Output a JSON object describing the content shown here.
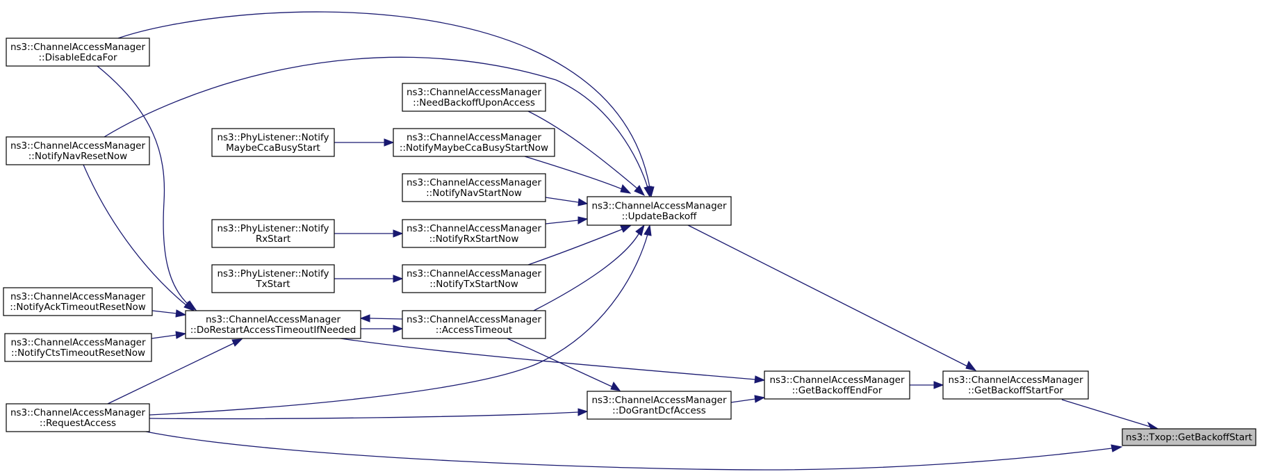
{
  "nodes": [
    {
      "id": "txop_getbackoffstart",
      "lines": [
        "ns3::Txop::GetBackoffStart"
      ],
      "highlight": true
    },
    {
      "id": "cam_getbackoffstartfor",
      "lines": [
        "ns3::ChannelAccessManager",
        "::GetBackoffStartFor"
      ]
    },
    {
      "id": "cam_getbackoffendfor",
      "lines": [
        "ns3::ChannelAccessManager",
        "::GetBackoffEndFor"
      ]
    },
    {
      "id": "cam_dograntdcfaccess",
      "lines": [
        "ns3::ChannelAccessManager",
        "::DoGrantDcfAccess"
      ]
    },
    {
      "id": "cam_updatebackoff",
      "lines": [
        "ns3::ChannelAccessManager",
        "::UpdateBackoff"
      ]
    },
    {
      "id": "cam_restarttimeout",
      "lines": [
        "ns3::ChannelAccessManager",
        "::DoRestartAccessTimeoutIfNeeded"
      ]
    },
    {
      "id": "cam_accesstimeout",
      "lines": [
        "ns3::ChannelAccessManager",
        "::AccessTimeout"
      ]
    },
    {
      "id": "cam_needbackoff",
      "lines": [
        "ns3::ChannelAccessManager",
        "::NeedBackoffUponAccess"
      ]
    },
    {
      "id": "cam_notifymaybeccabusy",
      "lines": [
        "ns3::ChannelAccessManager",
        "::NotifyMaybeCcaBusyStartNow"
      ]
    },
    {
      "id": "cam_notifynavstart",
      "lines": [
        "ns3::ChannelAccessManager",
        "::NotifyNavStartNow"
      ]
    },
    {
      "id": "cam_notifyrxstart",
      "lines": [
        "ns3::ChannelAccessManager",
        "::NotifyRxStartNow"
      ]
    },
    {
      "id": "cam_notifytxstart",
      "lines": [
        "ns3::ChannelAccessManager",
        "::NotifyTxStartNow"
      ]
    },
    {
      "id": "pl_notifymaybeccabusy",
      "lines": [
        "ns3::PhyListener::Notify",
        "MaybeCcaBusyStart"
      ]
    },
    {
      "id": "pl_notifyrxstart",
      "lines": [
        "ns3::PhyListener::Notify",
        "RxStart"
      ]
    },
    {
      "id": "pl_notifytxstart",
      "lines": [
        "ns3::PhyListener::Notify",
        "TxStart"
      ]
    },
    {
      "id": "cam_disableedcafor",
      "lines": [
        "ns3::ChannelAccessManager",
        "::DisableEdcaFor"
      ]
    },
    {
      "id": "cam_notifynavreset",
      "lines": [
        "ns3::ChannelAccessManager",
        "::NotifyNavResetNow"
      ]
    },
    {
      "id": "cam_notifyacktimeoutreset",
      "lines": [
        "ns3::ChannelAccessManager",
        "::NotifyAckTimeoutResetNow"
      ]
    },
    {
      "id": "cam_notifyctstimeoutreset",
      "lines": [
        "ns3::ChannelAccessManager",
        "::NotifyCtsTimeoutResetNow"
      ]
    },
    {
      "id": "cam_requestaccess",
      "lines": [
        "ns3::ChannelAccessManager",
        "::RequestAccess"
      ]
    }
  ],
  "edges": [
    {
      "from": "cam_getbackoffstartfor",
      "to": "txop_getbackoffstart"
    },
    {
      "from": "cam_requestaccess",
      "to": "txop_getbackoffstart"
    },
    {
      "from": "cam_updatebackoff",
      "to": "cam_getbackoffstartfor"
    },
    {
      "from": "cam_getbackoffendfor",
      "to": "cam_getbackoffstartfor"
    },
    {
      "from": "cam_dograntdcfaccess",
      "to": "cam_getbackoffendfor"
    },
    {
      "from": "cam_restarttimeout",
      "to": "cam_getbackoffendfor"
    },
    {
      "from": "cam_accesstimeout",
      "to": "cam_dograntdcfaccess"
    },
    {
      "from": "cam_requestaccess",
      "to": "cam_dograntdcfaccess"
    },
    {
      "from": "cam_disableedcafor",
      "to": "cam_updatebackoff"
    },
    {
      "from": "cam_notifynavreset",
      "to": "cam_updatebackoff"
    },
    {
      "from": "cam_needbackoff",
      "to": "cam_updatebackoff"
    },
    {
      "from": "cam_notifymaybeccabusy",
      "to": "cam_updatebackoff"
    },
    {
      "from": "cam_notifynavstart",
      "to": "cam_updatebackoff"
    },
    {
      "from": "cam_notifyrxstart",
      "to": "cam_updatebackoff"
    },
    {
      "from": "cam_notifytxstart",
      "to": "cam_updatebackoff"
    },
    {
      "from": "cam_accesstimeout",
      "to": "cam_updatebackoff"
    },
    {
      "from": "cam_requestaccess",
      "to": "cam_updatebackoff"
    },
    {
      "from": "pl_notifymaybeccabusy",
      "to": "cam_notifymaybeccabusy"
    },
    {
      "from": "pl_notifyrxstart",
      "to": "cam_notifyrxstart"
    },
    {
      "from": "pl_notifytxstart",
      "to": "cam_notifytxstart"
    },
    {
      "from": "cam_restarttimeout",
      "to": "cam_accesstimeout"
    },
    {
      "from": "cam_accesstimeout",
      "to": "cam_restarttimeout"
    },
    {
      "from": "cam_disableedcafor",
      "to": "cam_restarttimeout"
    },
    {
      "from": "cam_notifynavreset",
      "to": "cam_restarttimeout"
    },
    {
      "from": "cam_notifyacktimeoutreset",
      "to": "cam_restarttimeout"
    },
    {
      "from": "cam_notifyctstimeoutreset",
      "to": "cam_restarttimeout"
    },
    {
      "from": "cam_requestaccess",
      "to": "cam_restarttimeout"
    }
  ]
}
